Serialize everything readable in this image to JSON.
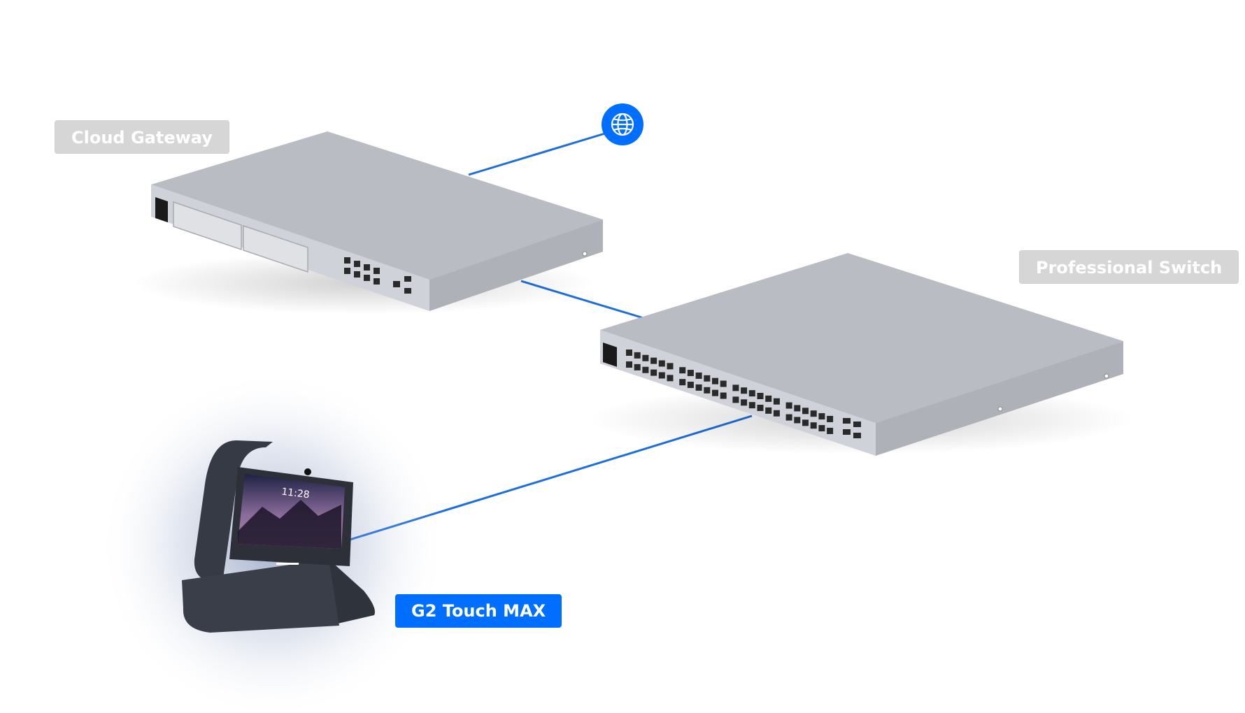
{
  "devices": {
    "gateway": {
      "label": "Cloud Gateway"
    },
    "switch": {
      "label": "Professional Switch"
    },
    "phone": {
      "label": "G2 Touch MAX",
      "screen_time": "11:28"
    }
  },
  "internet": {
    "icon": "globe-icon"
  },
  "colors": {
    "link": "#1e6fd9",
    "accent": "#006fff",
    "device_body": "#c3c6cd",
    "device_top": "#b5b8bf",
    "label_gray": "#d6d6d6",
    "phone_body": "#3a3e48"
  }
}
